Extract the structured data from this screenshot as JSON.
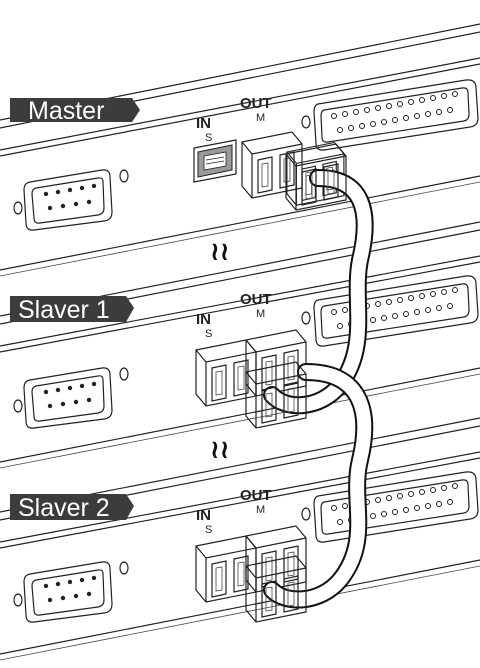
{
  "units": [
    {
      "name": "Master",
      "in_label": "IN",
      "in_sub": "S",
      "out_label": "OUT",
      "out_sub": "M"
    },
    {
      "name": "Slaver 1",
      "in_label": "IN",
      "in_sub": "S",
      "out_label": "OUT",
      "out_sub": "M"
    },
    {
      "name": "Slaver 2",
      "in_label": "IN",
      "in_sub": "S",
      "out_label": "OUT",
      "out_sub": "M"
    }
  ],
  "break_symbol": "≀≀",
  "colors": {
    "label_bg": "#3c3c3c",
    "label_text": "#ffffff",
    "line": "#222222"
  }
}
